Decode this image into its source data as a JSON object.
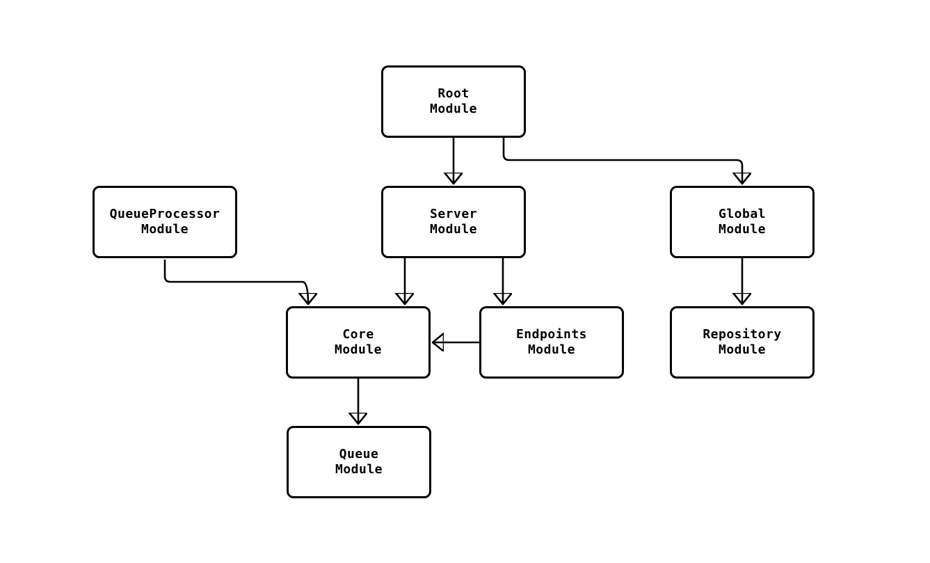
{
  "diagram": {
    "type": "module-dependency-flowchart",
    "background_color": "#ffffff",
    "line_color": "#000000",
    "node_fill": "#ffffff",
    "nodes": {
      "root": {
        "label": "Root\nModule"
      },
      "queueproc": {
        "label": "QueueProcessor\nModule"
      },
      "server": {
        "label": "Server\nModule"
      },
      "global": {
        "label": "Global\nModule"
      },
      "core": {
        "label": "Core\nModule"
      },
      "endpoints": {
        "label": "Endpoints\nModule"
      },
      "repository": {
        "label": "Repository\nModule"
      },
      "queue": {
        "label": "Queue\nModule"
      }
    },
    "edges": [
      {
        "from": "Root Module",
        "to": "Server Module"
      },
      {
        "from": "Root Module",
        "to": "Global Module"
      },
      {
        "from": "QueueProcessor Module",
        "to": "Core Module"
      },
      {
        "from": "Server Module",
        "to": "Core Module"
      },
      {
        "from": "Server Module",
        "to": "Endpoints Module"
      },
      {
        "from": "Global Module",
        "to": "Repository Module"
      },
      {
        "from": "Endpoints Module",
        "to": "Core Module"
      },
      {
        "from": "Core Module",
        "to": "Queue Module"
      }
    ]
  }
}
